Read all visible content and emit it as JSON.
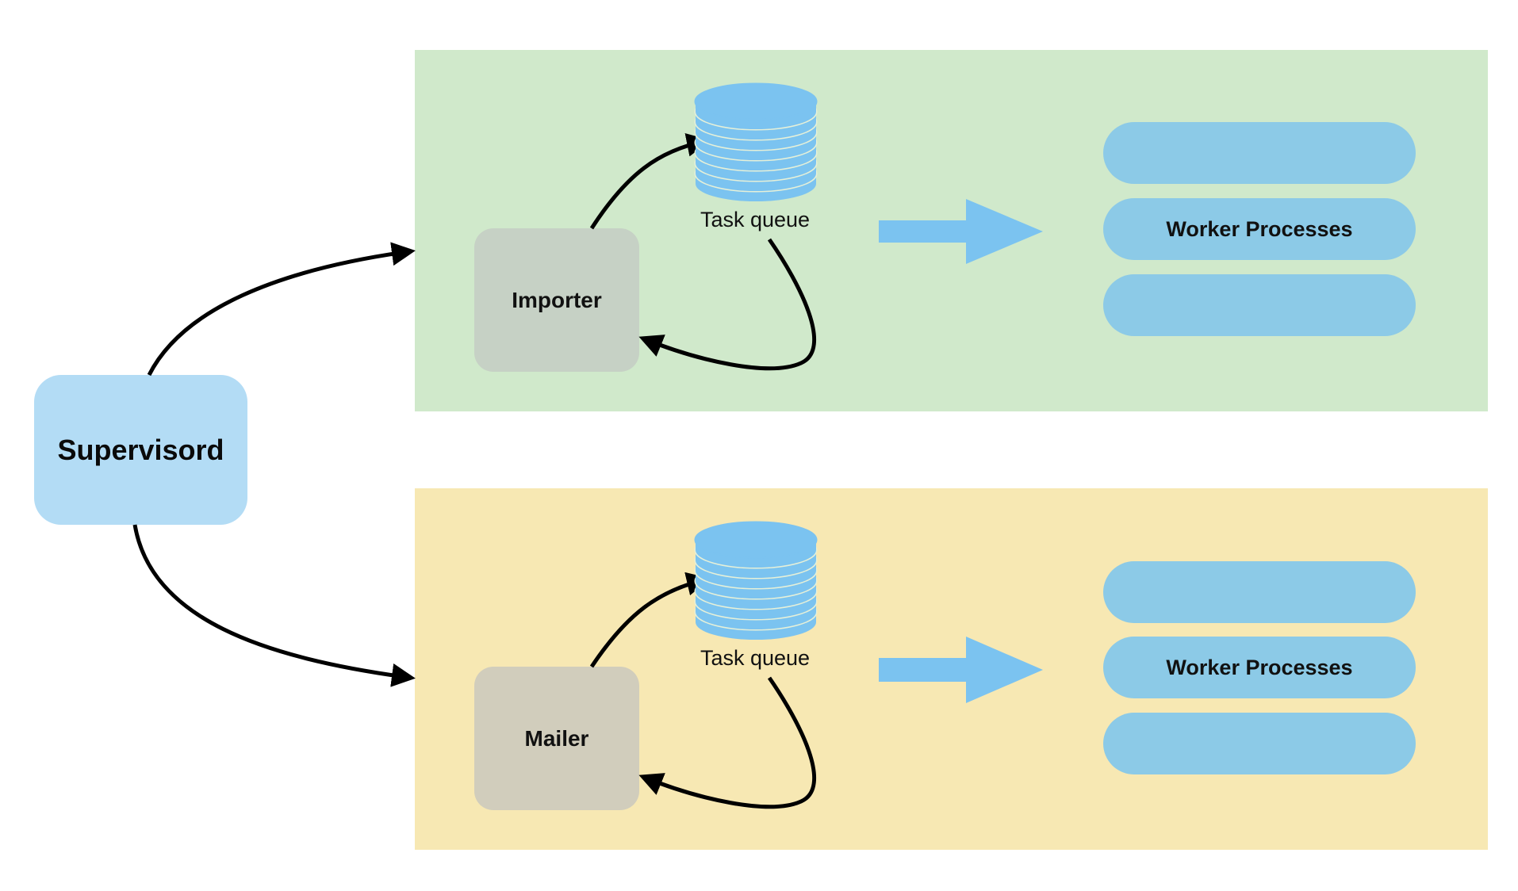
{
  "supervisor": {
    "label": "Supervisord"
  },
  "groups": [
    {
      "producer_label": "Importer",
      "queue_label": "Task queue",
      "workers": [
        "",
        "Worker Processes",
        ""
      ],
      "background": "#d0e9cb"
    },
    {
      "producer_label": "Mailer",
      "queue_label": "Task queue",
      "workers": [
        "",
        "Worker Processes",
        ""
      ],
      "background": "#f7e8b3"
    }
  ],
  "colors": {
    "supervisor": "#b3dcf5",
    "queue": "#7bc3f0",
    "worker": "#8ccae7",
    "flow_arrow": "#7bc3f0"
  }
}
